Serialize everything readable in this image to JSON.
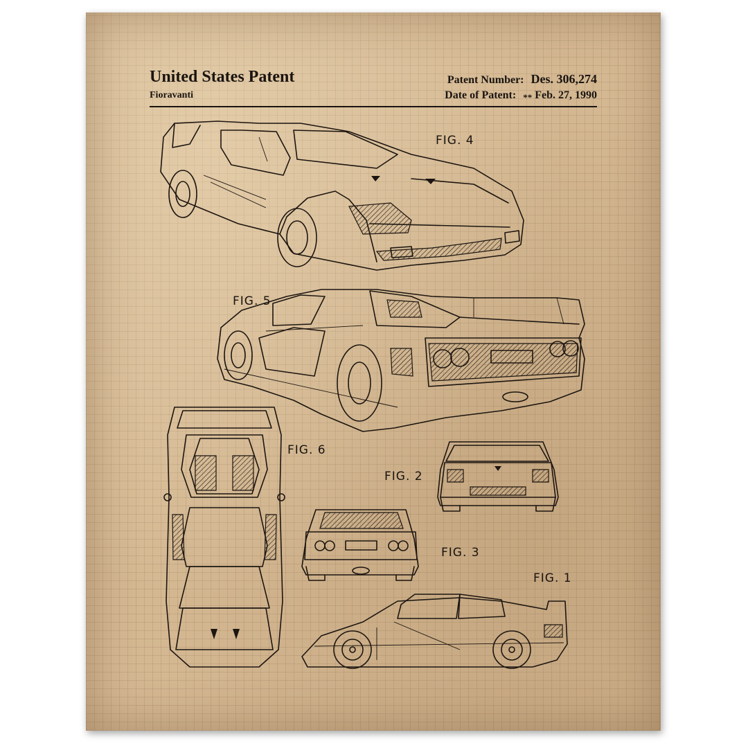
{
  "header": {
    "title": "United States Patent",
    "inventor": "Fioravanti",
    "patent_number_label": "Patent Number:",
    "patent_number": "Des. 306,274",
    "date_label": "Date of Patent:",
    "date_marker": "**",
    "date": "Feb. 27, 1990"
  },
  "figures": {
    "fig1": "FIG. 1",
    "fig2": "FIG. 2",
    "fig3": "FIG. 3",
    "fig4": "FIG. 4",
    "fig5": "FIG. 5",
    "fig6": "FIG. 6"
  },
  "colors": {
    "paper": "#d4b892",
    "ink": "#1c1510",
    "grid": "#6e5032"
  }
}
